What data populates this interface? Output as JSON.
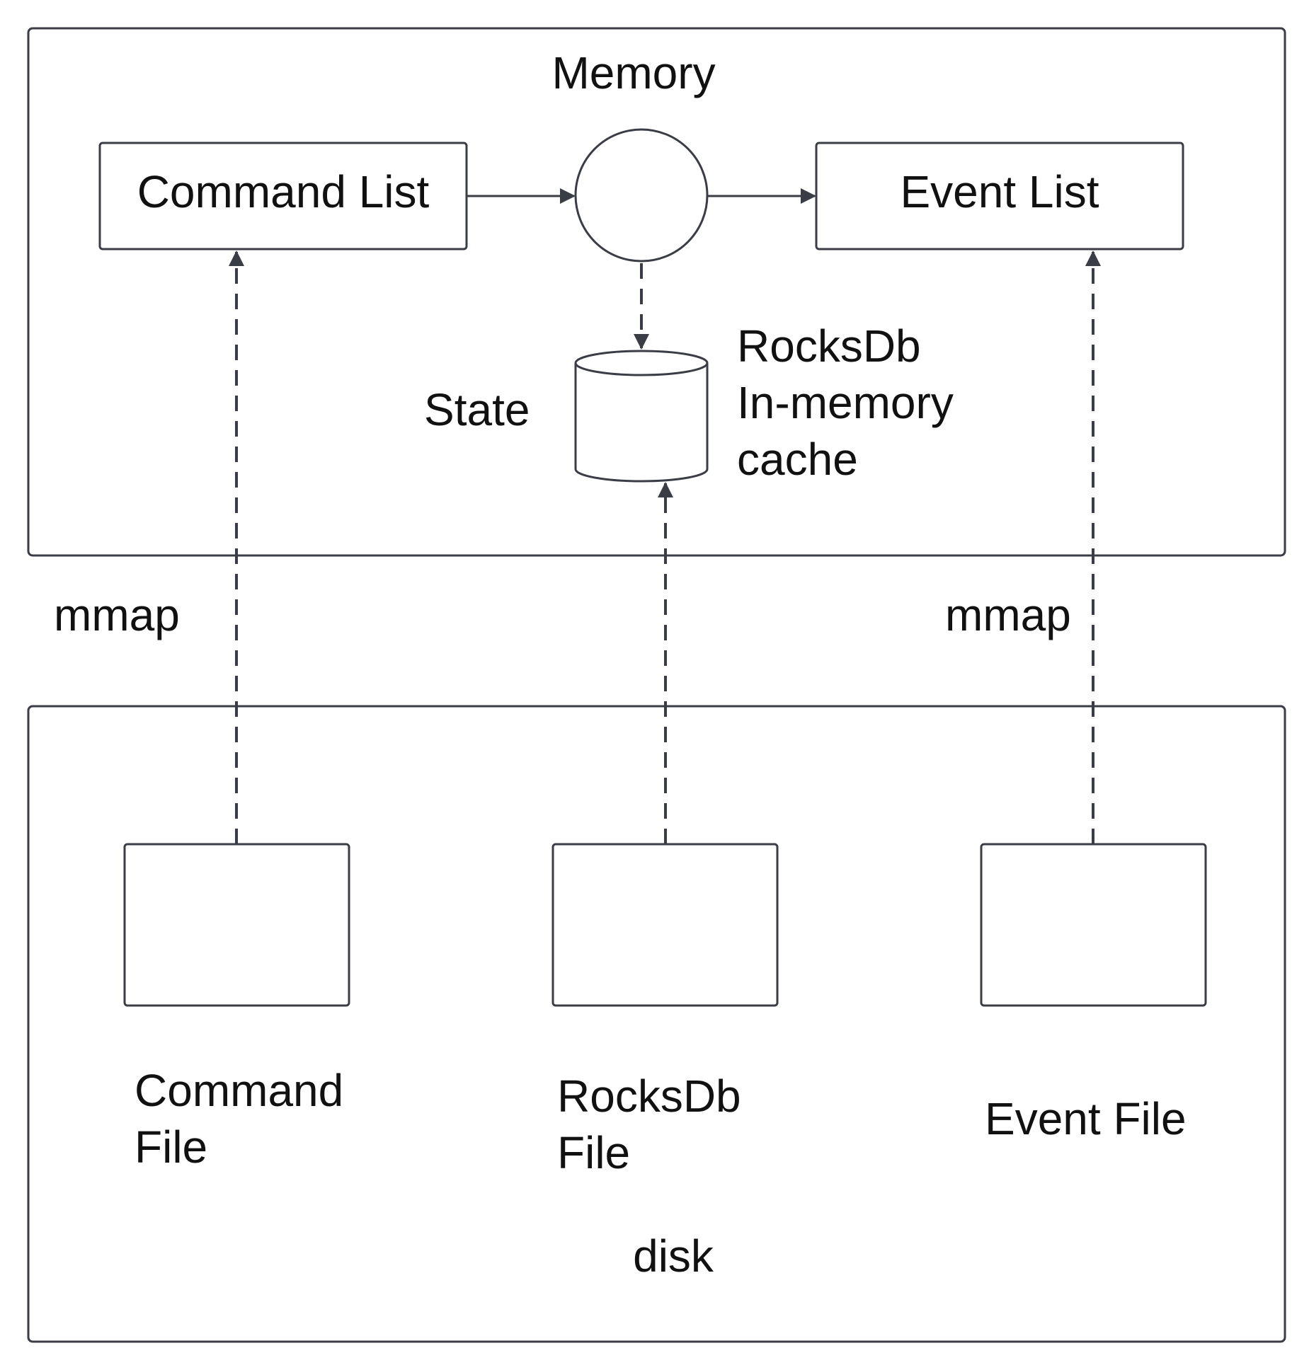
{
  "memory": {
    "title": "Memory",
    "command_list": "Command List",
    "event_list": "Event List",
    "state_label": "State",
    "rocksdb_cache": [
      "RocksDb",
      "In-memory",
      "cache"
    ]
  },
  "mmap_labels": [
    "mmap",
    "mmap"
  ],
  "disk": {
    "title": "disk",
    "command_file": [
      "Command",
      "File"
    ],
    "rocksdb_file": [
      "RocksDb",
      "File"
    ],
    "event_file": "Event File"
  },
  "colors": {
    "stroke": "#3a3d45",
    "text": "#111111",
    "background": "#ffffff"
  }
}
